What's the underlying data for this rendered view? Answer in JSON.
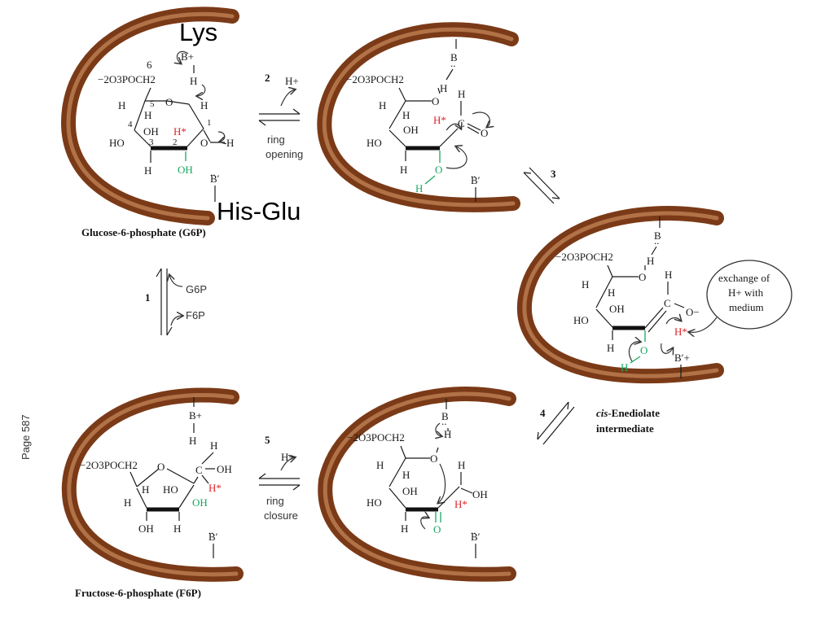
{
  "annotations": {
    "lys": "Lys",
    "hisglu": "His-Glu",
    "page": "Page 587"
  },
  "atoms": {
    "phos": "−2O3POCH2",
    "O": "O",
    "H": "H",
    "OH": "OH",
    "HO": "HO",
    "Hstar": "H*",
    "C": "C",
    "Ominus": "O−",
    "Bplus": "B+",
    "B": "B",
    "Bprime": "B′",
    "Bprimeplus": "B′+",
    "n1": "1",
    "n2": "2",
    "n3": "3",
    "n4": "4",
    "n5": "5",
    "n6": "6"
  },
  "steps": {
    "s1": {
      "num": "1",
      "up": "G6P",
      "down": "F6P"
    },
    "s2": {
      "num": "2",
      "proton": "H+",
      "label1": "ring",
      "label2": "opening"
    },
    "s3": {
      "num": "3"
    },
    "s4": {
      "num": "4"
    },
    "s5": {
      "num": "5",
      "proton": "H+",
      "label1": "ring",
      "label2": "closure"
    }
  },
  "captions": {
    "g6p": "Glucose-6-phosphate (G6P)",
    "f6p": "Fructose-6-phosphate (F6P)",
    "cis": "cis",
    "ened1": "-Enediolate",
    "ened2": "intermediate"
  },
  "bubble": {
    "line1": "exchange of",
    "line2": "H+ with",
    "line3": "medium"
  },
  "colors": {
    "pocket": "#a0522d",
    "label": "#d9262b",
    "tracked_o": "#17a862"
  }
}
